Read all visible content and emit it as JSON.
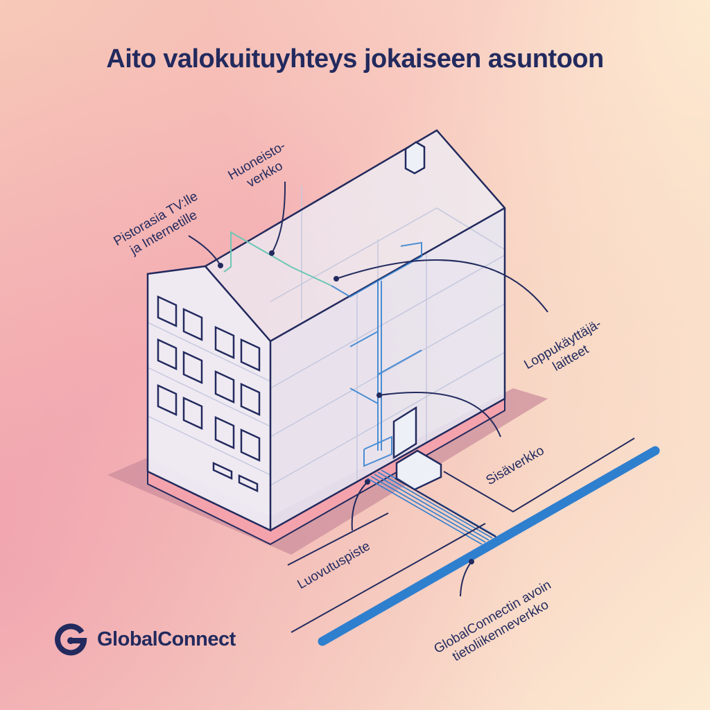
{
  "title": "Aito valokuituyhteys jokaiseen asuntoon",
  "labels": {
    "outlet_line1": "Pistorasia TV:lle",
    "outlet_line2": "ja Internetille",
    "apartment_line1": "Huoneisto-",
    "apartment_line2": "verkko",
    "enduser_line1": "Loppukäyttäjä-",
    "enduser_line2": "laitteet",
    "internal": "Sisäverkko",
    "handover": "Luovutuspiste",
    "open_line1": "GlobalConnectin avoin",
    "open_line2": "tietoliikenneverkko"
  },
  "brand": {
    "name": "GlobalConnect",
    "color": "#222a5e",
    "fiber_color": "#2f7fcf",
    "apartment_net_color": "#6cc7b5"
  }
}
